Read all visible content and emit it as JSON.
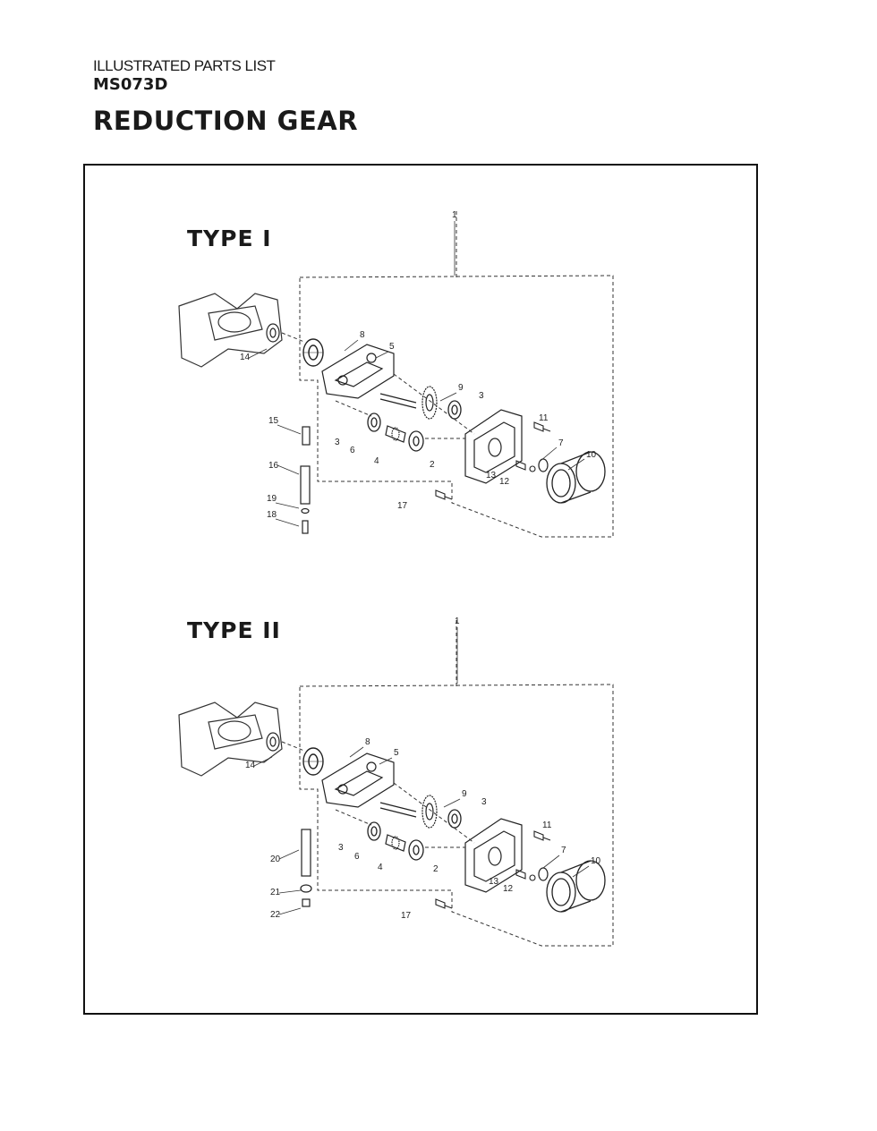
{
  "header": {
    "line1": "ILLUSTRATED PARTS LIST",
    "model": "MS073D",
    "title": "REDUCTION GEAR"
  },
  "diagrams": [
    {
      "type_label": "TYPE I",
      "callouts": [
        "1",
        "8",
        "5",
        "14",
        "9",
        "3",
        "11",
        "15",
        "3",
        "6",
        "7",
        "10",
        "4",
        "2",
        "16",
        "13",
        "12",
        "19",
        "17",
        "18"
      ]
    },
    {
      "type_label": "TYPE II",
      "callouts": [
        "1",
        "8",
        "5",
        "14",
        "9",
        "3",
        "11",
        "3",
        "7",
        "20",
        "6",
        "4",
        "2",
        "10",
        "13",
        "12",
        "21",
        "17",
        "22"
      ]
    }
  ]
}
